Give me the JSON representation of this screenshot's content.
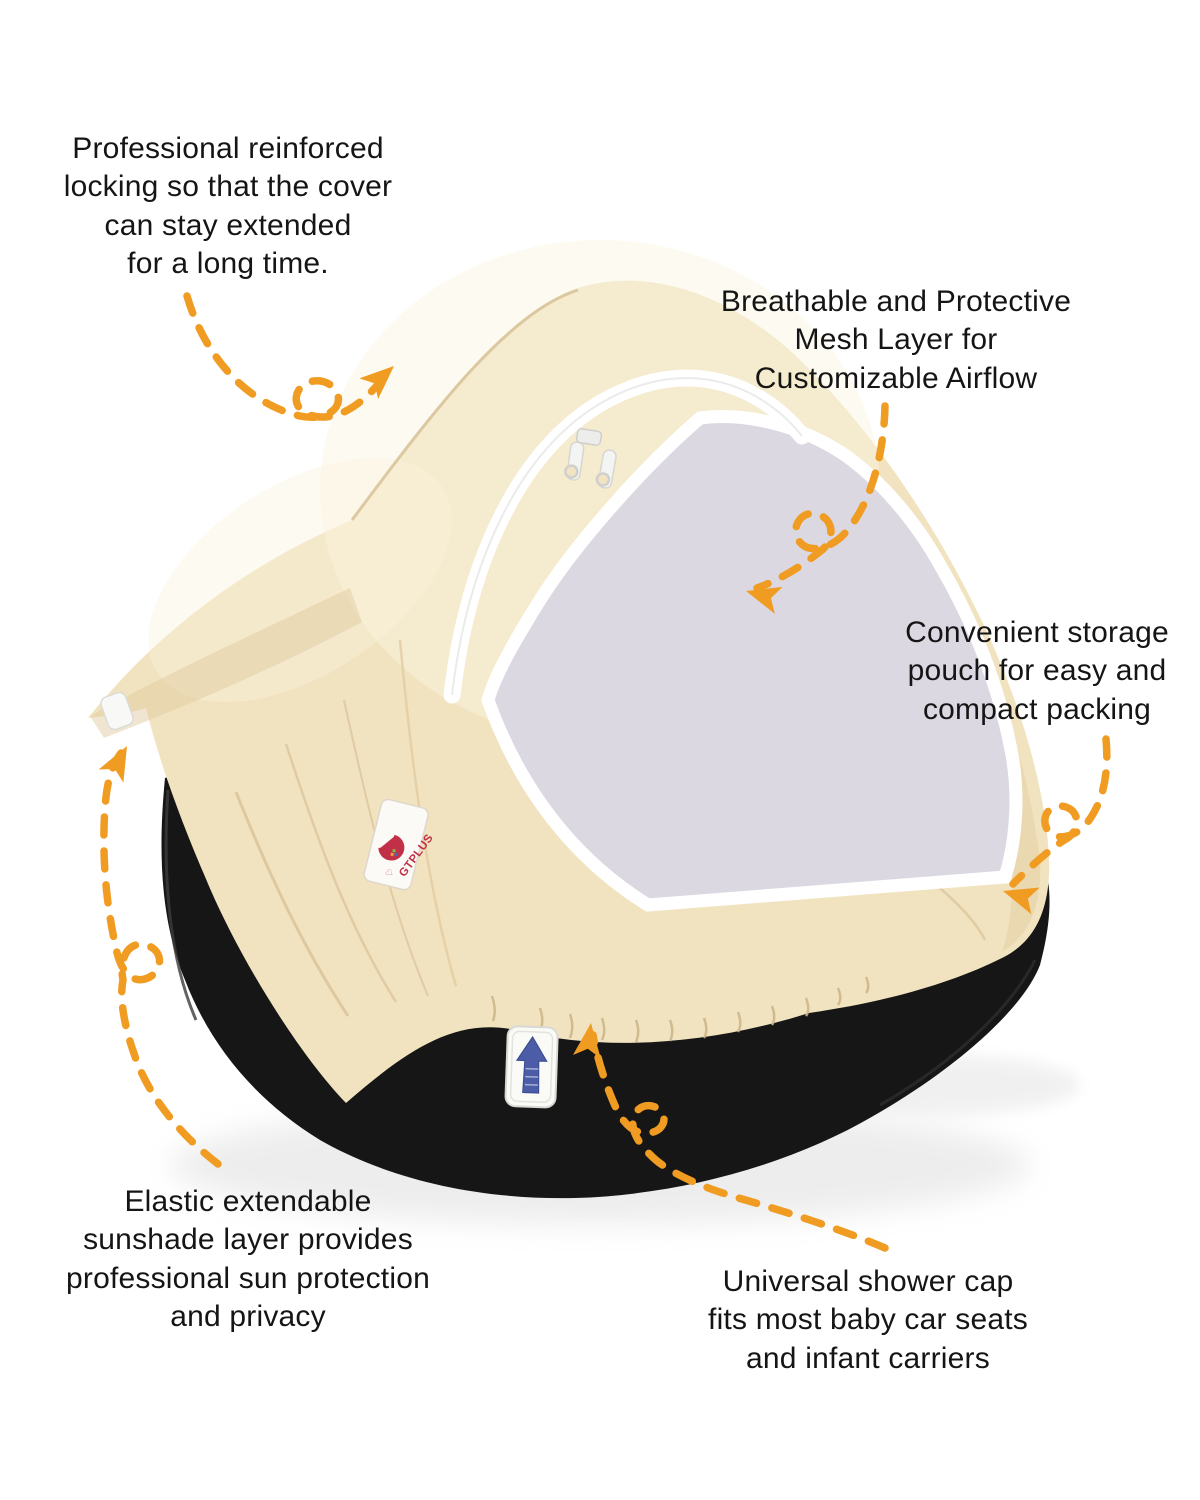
{
  "callouts": {
    "reinforced_locking": "Professional reinforced\nlocking so that the cover\ncan stay extended\nfor a long time.",
    "mesh_layer": "Breathable and Protective\nMesh Layer for\nCustomizable Airflow",
    "storage_pouch": "Convenient storage\npouch for easy and\ncompact packing",
    "sunshade_layer": "Elastic extendable\nsunshade layer provides\nprofessional sun protection\nand privacy",
    "universal_fit": "Universal shower cap\nfits most baby car seats\nand infant carriers"
  },
  "product": {
    "brand": "GTPLUS"
  },
  "colors": {
    "arrow": "#F09C22",
    "cover": "#F1E3BF",
    "cover_shadow": "#D9C298",
    "base": "#161616",
    "mesh": "#DBD8E2",
    "zipper": "#FFFFFF",
    "text": "#151515",
    "brand_red": "#C23048",
    "label_blue": "#4C5CA6"
  }
}
